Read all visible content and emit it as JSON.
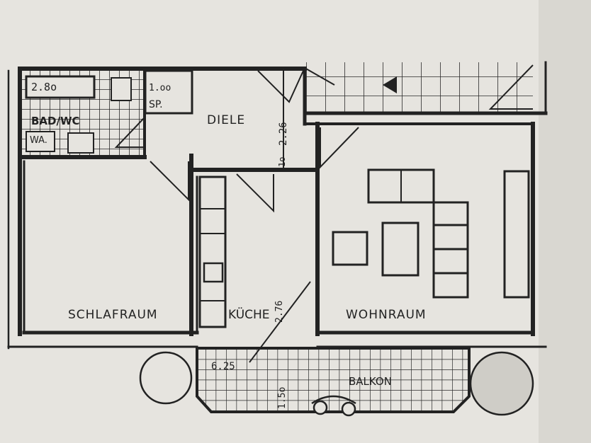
{
  "rooms": {
    "bad_wc": "BAD/WC",
    "wa": "WA.",
    "tub_dim": "2.8o",
    "sp_dim": "1.oo",
    "sp": "SP.",
    "diele": "DIELE",
    "schlafraum": "SCHLAFRAUM",
    "kueche": "KÜCHE",
    "wohnraum": "WOHNRAUM",
    "balkon": "BALKON"
  },
  "dimensions": {
    "diele_height": "2.26",
    "diele_small": "1o",
    "kueche_height": "2.76",
    "balkon_area": "6.25",
    "balkon_depth": "1.5o"
  },
  "colors": {
    "paper": "#e6e4df",
    "ink": "#2a2a2a",
    "wall": "#222222"
  }
}
